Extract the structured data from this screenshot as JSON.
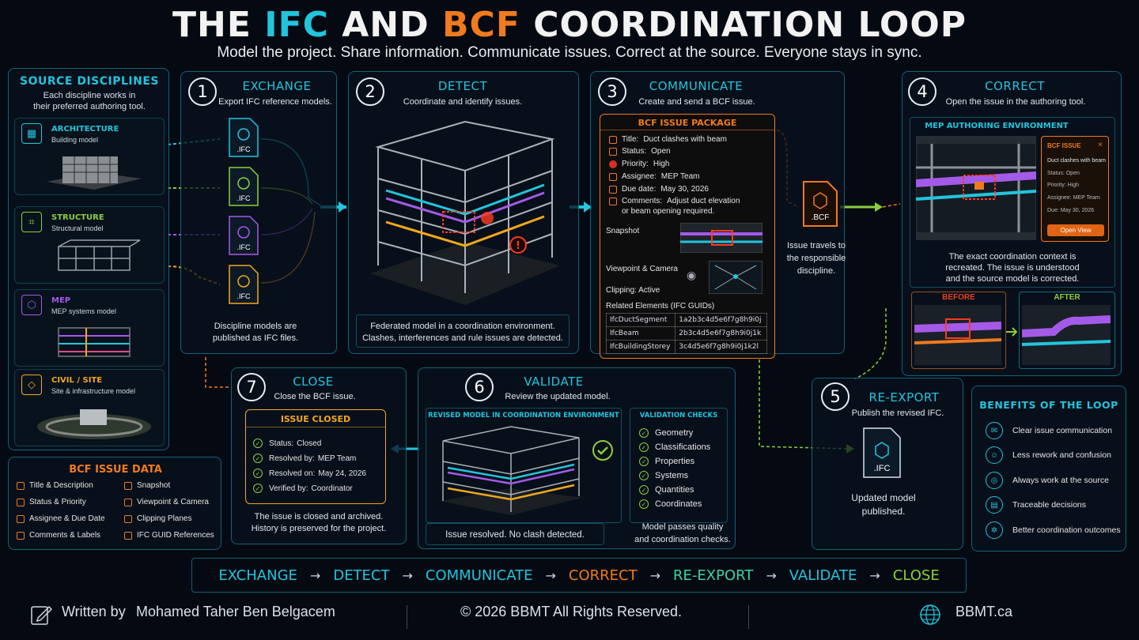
{
  "header": {
    "title_part1": "THE ",
    "title_ifc": "IFC",
    "title_and": " AND ",
    "title_bcf": "BCF",
    "title_part2": " COORDINATION LOOP",
    "subtitle": "Model the project. Share information. Communicate issues. Correct at the source. Everyone stays in sync."
  },
  "source": {
    "title": "SOURCE DISCIPLINES",
    "desc_line1": "Each discipline works in",
    "desc_line2": "their preferred authoring tool.",
    "disciplines": [
      {
        "name": "ARCHITECTURE",
        "desc": "Building model",
        "color": "#23c4dc"
      },
      {
        "name": "STRUCTURE",
        "desc": "Structural model",
        "color": "#8ccf3e"
      },
      {
        "name": "MEP",
        "desc": "MEP systems model",
        "color": "#a45ae8"
      },
      {
        "name": "CIVIL / SITE",
        "desc": "Site & infrastructure model",
        "color": "#f2a81c"
      }
    ]
  },
  "bcf_data": {
    "title": "BCF ISSUE DATA",
    "left": [
      "Title & Description",
      "Status & Priority",
      "Assignee & Due Date",
      "Comments & Labels"
    ],
    "right": [
      "Snapshot",
      "Viewpoint & Camera",
      "Clipping Planes",
      "IFC GUID References"
    ]
  },
  "step1": {
    "num": "1",
    "title": "EXCHANGE",
    "sub": "Export IFC reference models.",
    "file_label": ".IFC",
    "caption1": "Discipline models are",
    "caption2": "published as IFC files."
  },
  "step2": {
    "num": "2",
    "title": "DETECT",
    "sub": "Coordinate and identify issues.",
    "caption1": "Federated model in a coordination environment.",
    "caption2": "Clashes, interferences and rule issues are detected."
  },
  "step3": {
    "num": "3",
    "title": "COMMUNICATE",
    "sub": "Create and send a BCF issue.",
    "package_title": "BCF ISSUE PACKAGE",
    "rows": [
      {
        "label": "Title:",
        "value": "Duct clashes with beam"
      },
      {
        "label": "Status:",
        "value": "Open"
      },
      {
        "label": "Priority:",
        "value": "High"
      },
      {
        "label": "Assignee:",
        "value": "MEP Team"
      },
      {
        "label": "Due date:",
        "value": "May 30, 2026"
      },
      {
        "label": "Comments:",
        "value": "Adjust duct elevation"
      }
    ],
    "comments_line2": "or beam opening required.",
    "snapshot": "Snapshot",
    "viewpoint": "Viewpoint & Camera",
    "clipping": "Clipping: Active",
    "related": "Related Elements (IFC GUIDs)",
    "guids": [
      {
        "type": "IfcDuctSegment",
        "guid": "1a2b3c4d5e6f7g8h9i0j"
      },
      {
        "type": "IfcBeam",
        "guid": "2b3c4d5e6f7g8h9i0j1k"
      },
      {
        "type": "IfcBuildingStorey",
        "guid": "3c4d5e6f7g8h9i0j1k2l"
      }
    ],
    "bcf_file": ".BCF",
    "travel1": "Issue travels to",
    "travel2": "the responsible",
    "travel3": "discipline."
  },
  "step4": {
    "num": "4",
    "title": "CORRECT",
    "sub": "Open the issue in the authoring tool.",
    "env_title": "MEP AUTHORING ENVIRONMENT",
    "issue_title": "BCF ISSUE",
    "issue_rows": [
      "Duct clashes with beam",
      "Status: Open",
      "Priority: High",
      "Assignee: MEP Team",
      "Due: May 30, 2026"
    ],
    "open_btn": "Open View",
    "caption1": "The exact coordination context is",
    "caption2": "recreated. The issue is understood",
    "caption3": "and the source model is corrected.",
    "before": "BEFORE",
    "after": "AFTER"
  },
  "step5": {
    "num": "5",
    "title": "RE-EXPORT",
    "sub": "Publish the revised IFC.",
    "file_label": ".IFC",
    "caption1": "Updated model",
    "caption2": "published."
  },
  "step6": {
    "num": "6",
    "title": "VALIDATE",
    "sub": "Review the updated model.",
    "env_title": "REVISED MODEL IN COORDINATION ENVIRONMENT",
    "checks_title": "VALIDATION CHECKS",
    "checks": [
      "Geometry",
      "Classifications",
      "Properties",
      "Systems",
      "Quantities",
      "Coordinates"
    ],
    "resolved": "Issue resolved. No clash detected.",
    "pass1": "Model passes quality",
    "pass2": "and coordination checks."
  },
  "step7": {
    "num": "7",
    "title": "CLOSE",
    "sub": "Close the BCF issue.",
    "box_title": "ISSUE CLOSED",
    "rows": [
      {
        "label": "Status:",
        "value": "Closed"
      },
      {
        "label": "Resolved by:",
        "value": "MEP Team"
      },
      {
        "label": "Resolved on:",
        "value": "May 24, 2026"
      },
      {
        "label": "Verified by:",
        "value": "Coordinator"
      }
    ],
    "caption1": "The issue is closed and archived.",
    "caption2": "History is preserved for the project."
  },
  "benefits": {
    "title": "BENEFITS OF THE LOOP",
    "items": [
      "Clear issue communication",
      "Less rework and confusion",
      "Always work at the source",
      "Traceable decisions",
      "Better coordination outcomes"
    ]
  },
  "flow": [
    {
      "label": "EXCHANGE",
      "color": "#23c4dc"
    },
    {
      "label": "DETECT",
      "color": "#23c4dc"
    },
    {
      "label": "COMMUNICATE",
      "color": "#23c4dc"
    },
    {
      "label": "CORRECT",
      "color": "#f07a1e"
    },
    {
      "label": "RE-EXPORT",
      "color": "#3fd0a0"
    },
    {
      "label": "VALIDATE",
      "color": "#23c4dc"
    },
    {
      "label": "CLOSE",
      "color": "#8ccf3e"
    }
  ],
  "flow_arrow": "→",
  "footer": {
    "written_by": "Written by",
    "author": "Mohamed Taher Ben Belgacem",
    "copyright": "© 2026 BBMT All Rights Reserved.",
    "website": "BBMT.ca"
  }
}
